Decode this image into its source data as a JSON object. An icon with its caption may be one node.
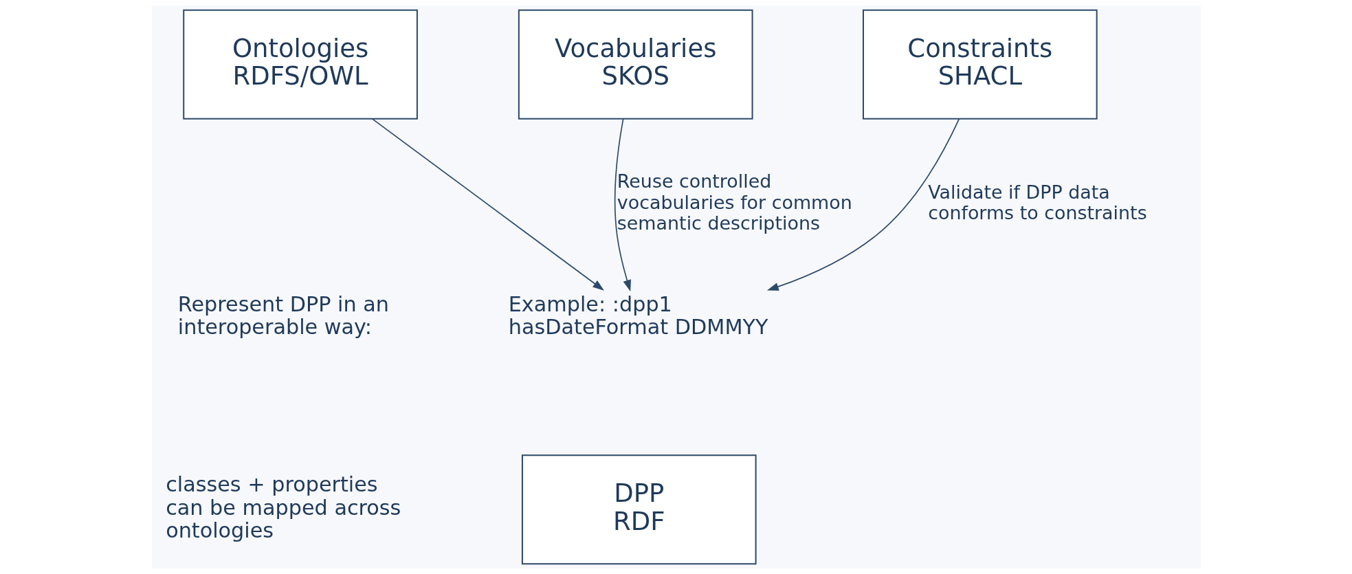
{
  "diagram": {
    "nodes": [
      {
        "text": [
          "Ontologies RDFS/OWL"
        ]
      },
      {
        "text": [
          "Vocabularies SKOS"
        ]
      },
      {
        "text": [
          "Constraints SHACL"
        ]
      },
      {
        "text": [
          "Example: :dpp1 hasDateFormat DDMMYY"
        ]
      },
      {
        "text": [
          "DPP RDF"
        ]
      }
    ],
    "edges": [
      {
        "from": 0,
        "to": 3,
        "arrow": "to"
      },
      {
        "from": 1,
        "to": 3,
        "arrow": "to",
        "label": "Reuse controlled vocabularies for common semantic descriptions"
      },
      {
        "from": 2,
        "to": 3,
        "arrow": "to",
        "label": "Validate if DPP data conforms to constraints"
      }
    ],
    "labels": [
      "Represent DPP in an interoperable way:",
      "classes + properties can be mapped across ontologies"
    ]
  }
}
